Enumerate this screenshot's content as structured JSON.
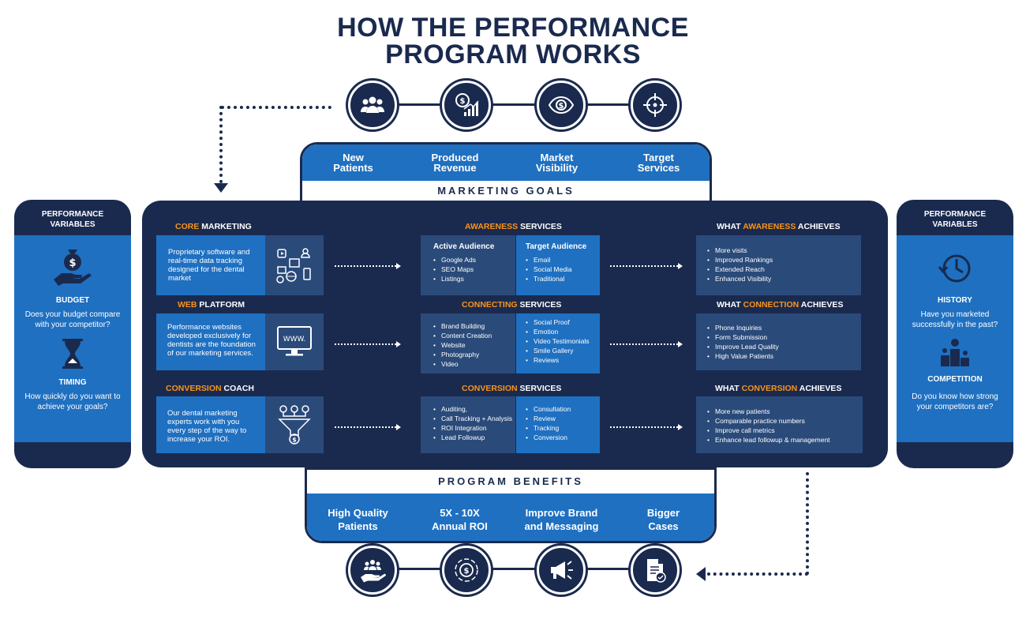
{
  "title": [
    "HOW THE PERFORMANCE",
    "PROGRAM WORKS"
  ],
  "top_icons": [
    "users-icon",
    "revenue-icon",
    "eye-icon",
    "target-icon"
  ],
  "bottom_icons": [
    "patients-icon",
    "roi-icon",
    "megaphone-icon",
    "document-icon"
  ],
  "goals": {
    "items": [
      [
        "New",
        "Patients"
      ],
      [
        "Produced",
        "Revenue"
      ],
      [
        "Market",
        "Visibility"
      ],
      [
        "Target",
        "Services"
      ]
    ],
    "title": "MARKETING GOALS"
  },
  "benefits": {
    "title": "PROGRAM BENEFITS",
    "items": [
      [
        "High Quality",
        "Patients"
      ],
      [
        "5X - 10X",
        "Annual ROI"
      ],
      [
        "Improve Brand",
        "and Messaging"
      ],
      [
        "Bigger",
        "Cases"
      ]
    ]
  },
  "left_panel": {
    "heading": [
      "PERFORMANCE",
      "VARIABLES"
    ],
    "budget_label": "BUDGET",
    "budget_text": "Does your budget compare with your competitor?",
    "timing_label": "TIMING",
    "timing_text": "How quickly do you want to achieve your goals?"
  },
  "right_panel": {
    "heading": [
      "PERFORMANCE",
      "VARIABLES"
    ],
    "history_label": "HISTORY",
    "history_text": "Have you marketed successfully in the past?",
    "competition_label": "COMPETITION",
    "competition_text": "Do you know how strong your competitors are?"
  },
  "rows": [
    {
      "left_h_or": "CORE",
      "left_h": " MARKETING",
      "left_text": "Proprietary software and real-time data tracking designed for the dental market",
      "mid_h_or": "AWARENESS",
      "mid_h": " SERVICES",
      "col1_title": "Active Audience",
      "col1": [
        "Google Ads",
        "SEO Maps",
        "Listings"
      ],
      "col2_title": "Target Audience",
      "col2": [
        "Email",
        "Social Media",
        "Traditional"
      ],
      "right_h_pre": "WHAT ",
      "right_h_or": "AWARENESS",
      "right_h": " ACHIEVES",
      "right": [
        "More visits",
        "Improved Rankings",
        "Extended Reach",
        "Enhanced Visibility"
      ]
    },
    {
      "left_h_or": "WEB",
      "left_h": " PLATFORM",
      "left_text": "Performance websites developed exclusively for dentists are the foundation of our marketing services.",
      "icon_text": "WWW.",
      "mid_h_or": "CONNECTING",
      "mid_h": " SERVICES",
      "col1_title": "",
      "col1": [
        "Brand Building",
        "Content Creation",
        "Website",
        "Photography",
        "Video"
      ],
      "col2_title": "",
      "col2": [
        "Social Proof",
        "Emotion",
        "Video Testimonials",
        "Smile Gallery",
        "Reviews"
      ],
      "right_h_pre": "WHAT ",
      "right_h_or": "CONNECTION",
      "right_h": " ACHIEVES",
      "right": [
        "Phone Inquiries",
        "Form Submission",
        "Improve Lead Quality",
        "High Value Patients"
      ]
    },
    {
      "left_h_or": "CONVERSION",
      "left_h": " COACH",
      "left_text": "Our dental marketing experts work with you every step of the way to increase your ROI.",
      "mid_h_or": "CONVERSION",
      "mid_h": " SERVICES",
      "col1_title": "",
      "col1": [
        "Auditing,",
        "Call Tracking + Analysis",
        "ROI Integration",
        "Lead Followup"
      ],
      "col2_title": "",
      "col2": [
        "Consultation",
        "Review",
        "Tracking",
        "Conversion"
      ],
      "right_h_pre": "WHAT ",
      "right_h_or": "CONVERSION",
      "right_h": " ACHIEVES",
      "right": [
        "More new patients",
        "Comparable practice numbers",
        "Improve call metrics",
        "Enhance lead followup & management"
      ]
    }
  ]
}
